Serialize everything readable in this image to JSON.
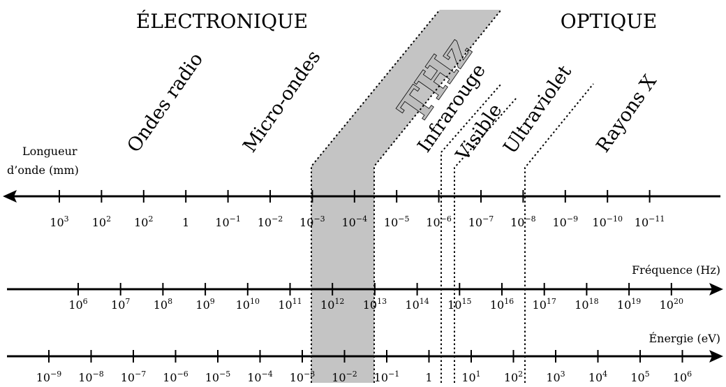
{
  "titles": {
    "left": "ÉLECTRONIQUE",
    "right": "OPTIQUE"
  },
  "thz_label": "THz",
  "bands": [
    {
      "label": "Ondes radio"
    },
    {
      "label": "Micro-ondes"
    },
    {
      "label": "Infrarouge"
    },
    {
      "label": "Visible"
    },
    {
      "label": "Ultraviolet"
    },
    {
      "label": "Rayons X"
    }
  ],
  "axes": {
    "wavelength": {
      "title_line1": "Longueur",
      "title_line2": "d’onde (mm)",
      "labels": [
        {
          "base": "10",
          "exp": "3"
        },
        {
          "base": "10",
          "exp": "2"
        },
        {
          "base": "10",
          "exp": "2"
        },
        {
          "base": "1",
          "exp": ""
        },
        {
          "base": "10",
          "exp": "−1"
        },
        {
          "base": "10",
          "exp": "−2"
        },
        {
          "base": "10",
          "exp": "−3"
        },
        {
          "base": "10",
          "exp": "−4"
        },
        {
          "base": "10",
          "exp": "−5"
        },
        {
          "base": "10",
          "exp": "−6"
        },
        {
          "base": "10",
          "exp": "−7"
        },
        {
          "base": "10",
          "exp": "−8"
        },
        {
          "base": "10",
          "exp": "−9"
        },
        {
          "base": "10",
          "exp": "−10"
        },
        {
          "base": "10",
          "exp": "−11"
        }
      ]
    },
    "frequency": {
      "title": "Fréquence (Hz)",
      "labels": [
        {
          "base": "10",
          "exp": "6"
        },
        {
          "base": "10",
          "exp": "7"
        },
        {
          "base": "10",
          "exp": "8"
        },
        {
          "base": "10",
          "exp": "9"
        },
        {
          "base": "10",
          "exp": "10"
        },
        {
          "base": "10",
          "exp": "11"
        },
        {
          "base": "10",
          "exp": "12"
        },
        {
          "base": "10",
          "exp": "13"
        },
        {
          "base": "10",
          "exp": "14"
        },
        {
          "base": "10",
          "exp": "15"
        },
        {
          "base": "10",
          "exp": "16"
        },
        {
          "base": "10",
          "exp": "17"
        },
        {
          "base": "10",
          "exp": "18"
        },
        {
          "base": "10",
          "exp": "19"
        },
        {
          "base": "10",
          "exp": "20"
        }
      ]
    },
    "energy": {
      "title": "Énergie (eV)",
      "labels": [
        {
          "base": "10",
          "exp": "−9"
        },
        {
          "base": "10",
          "exp": "−8"
        },
        {
          "base": "10",
          "exp": "−7"
        },
        {
          "base": "10",
          "exp": "−6"
        },
        {
          "base": "10",
          "exp": "−5"
        },
        {
          "base": "10",
          "exp": "−4"
        },
        {
          "base": "10",
          "exp": "−3"
        },
        {
          "base": "10",
          "exp": "−2"
        },
        {
          "base": "10",
          "exp": "−1"
        },
        {
          "base": "1",
          "exp": ""
        },
        {
          "base": "10",
          "exp": "1"
        },
        {
          "base": "10",
          "exp": "2"
        },
        {
          "base": "10",
          "exp": "3"
        },
        {
          "base": "10",
          "exp": "4"
        },
        {
          "base": "10",
          "exp": "5"
        },
        {
          "base": "10",
          "exp": "6"
        }
      ]
    }
  },
  "colors": {
    "thz_band": "#c4c4c4",
    "line": "#000000"
  }
}
